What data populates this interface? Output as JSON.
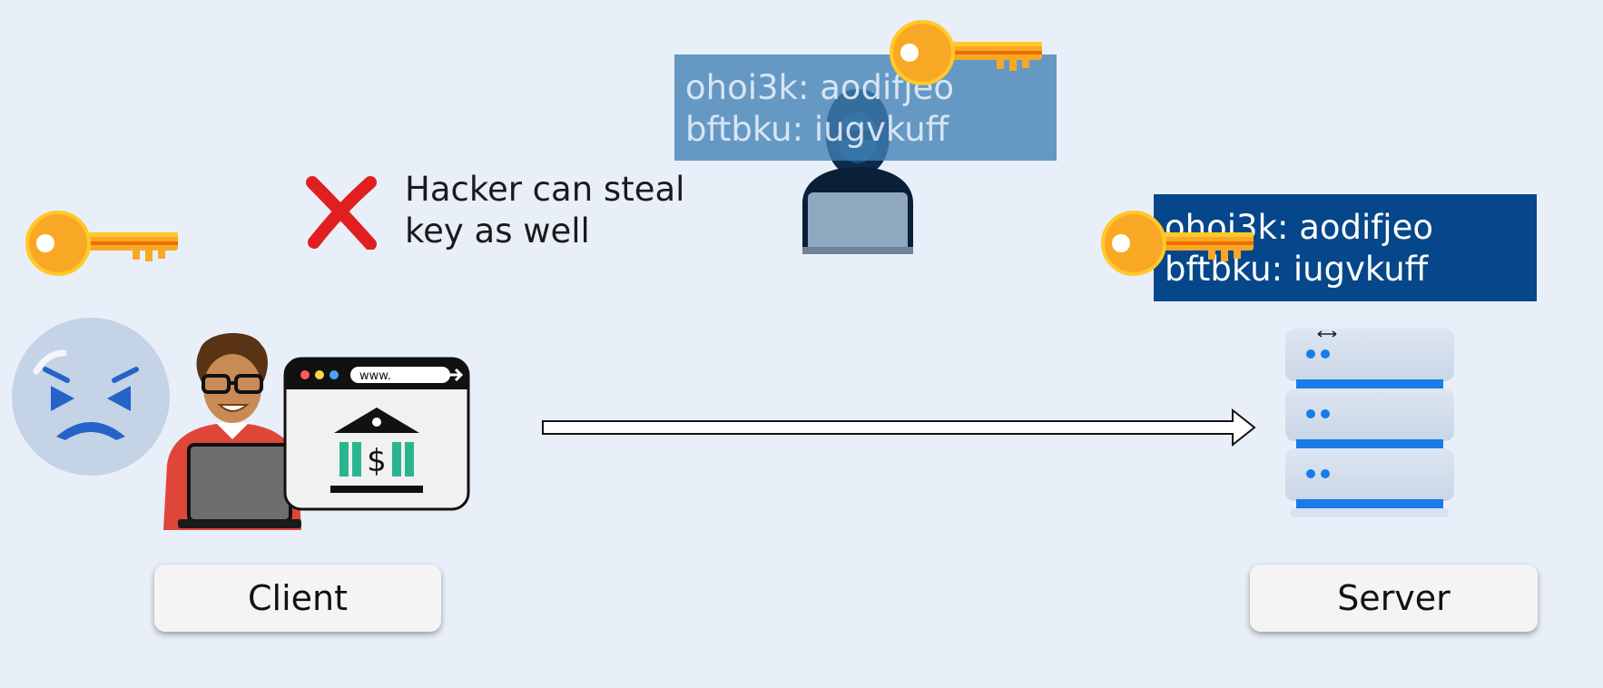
{
  "note": {
    "line1": "Hacker can steal",
    "line2": "key as well"
  },
  "hacker_cipher": {
    "line1": "ohoi3k: aodifjeo",
    "line2": "bftbku: iugvkuff"
  },
  "server_cipher": {
    "line1": "ohoi3k: aodifjeo",
    "line2": "bftbku: iugvkuff"
  },
  "browser": {
    "url_text": "www."
  },
  "client_label": "Client",
  "server_label": "Server",
  "colors": {
    "background": "#e9eff9",
    "key_gold": "#f9a825",
    "cross_red": "#e02020",
    "server_blue": "#1a7be8",
    "cipher_dark": "#05478a",
    "cipher_light": "#4080b3"
  },
  "icons": [
    "key-icon",
    "cross-icon",
    "hacker-icon",
    "sad-face-icon",
    "user-with-laptop-icon",
    "bank-website-icon",
    "server-rack-icon",
    "arrow-right-icon"
  ]
}
